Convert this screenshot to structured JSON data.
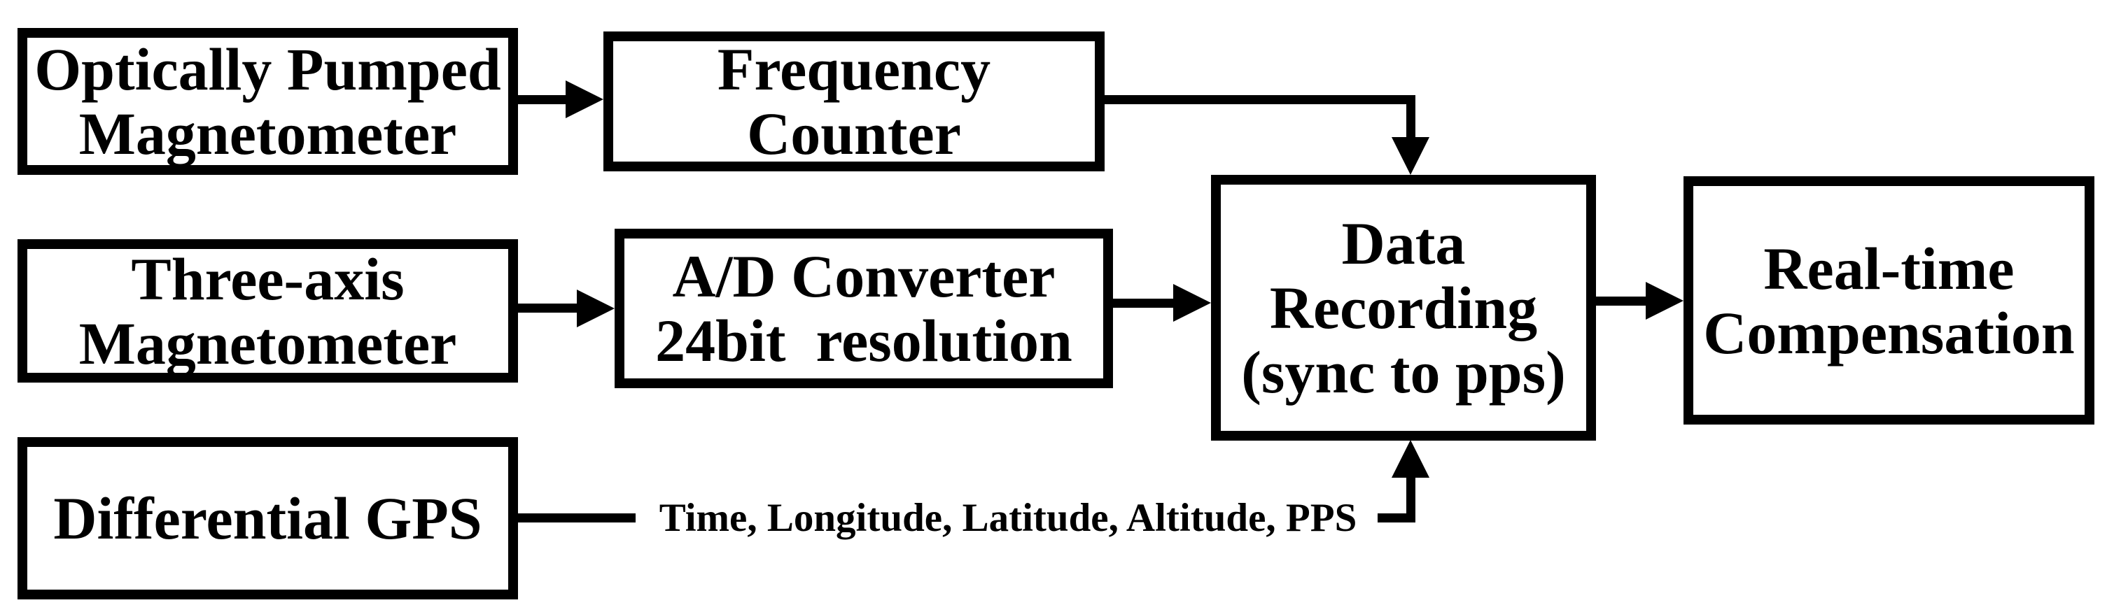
{
  "diagram": {
    "boxes": [
      {
        "id": "optically-pumped-magnetometer",
        "label": "Optically Pumped\nMagnetometer"
      },
      {
        "id": "frequency-counter",
        "label": "Frequency Counter"
      },
      {
        "id": "three-axis-magnetometer",
        "label": "Three-axis\nMagnetometer"
      },
      {
        "id": "ad-converter",
        "label": "A/D Converter\n24bit  resolution"
      },
      {
        "id": "differential-gps",
        "label": "Differential GPS"
      },
      {
        "id": "data-recording",
        "label": "Data\nRecording\n(sync to pps)"
      },
      {
        "id": "real-time-compensation",
        "label": "Real-time\nCompensation"
      }
    ],
    "edge_labels": {
      "gps_feed": "Time, Longitude, Latitude, Altitude, PPS"
    },
    "connections": [
      {
        "from": "optically-pumped-magnetometer",
        "to": "frequency-counter"
      },
      {
        "from": "frequency-counter",
        "to": "data-recording"
      },
      {
        "from": "three-axis-magnetometer",
        "to": "ad-converter"
      },
      {
        "from": "ad-converter",
        "to": "data-recording"
      },
      {
        "from": "differential-gps",
        "to": "data-recording",
        "label": "Time, Longitude, Latitude, Altitude, PPS"
      },
      {
        "from": "data-recording",
        "to": "real-time-compensation"
      }
    ],
    "colors": {
      "stroke": "#000000",
      "background": "#ffffff"
    }
  }
}
